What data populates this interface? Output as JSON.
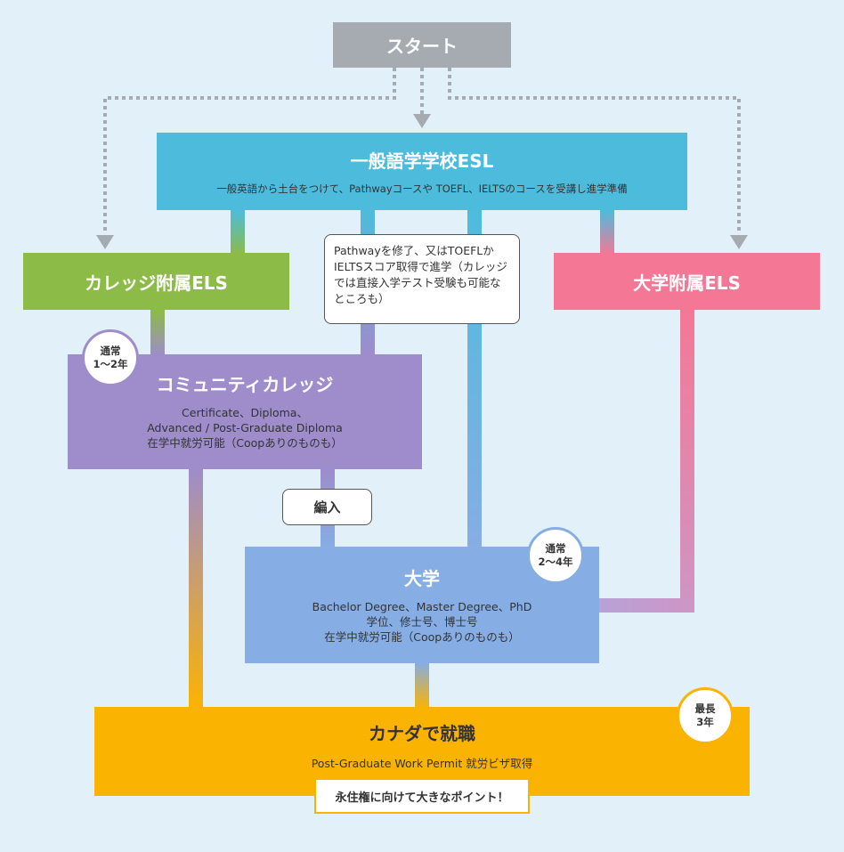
{
  "nodes": {
    "start": {
      "label": "スタート"
    },
    "esl": {
      "title": "一般語学学校ESL",
      "desc": "一般英語から土台をつけて、Pathwayコースや TOEFL、IELTSのコースを受講し進学準備"
    },
    "college_els": {
      "title": "カレッジ附属ELS"
    },
    "university_els": {
      "title": "大学附属ELS"
    },
    "community_college": {
      "title": "コミュニティカレッジ",
      "lines": [
        "Certificate、Diploma、",
        "Advanced / Post-Graduate Diploma",
        "在学中就労可能（Coopありのものも）"
      ],
      "badge": [
        "通常",
        "1〜2年"
      ]
    },
    "university": {
      "title": "大学",
      "lines": [
        "Bachelor Degree、Master Degree、PhD",
        "学位、修士号、博士号",
        "在学中就労可能（Coopありのものも）"
      ],
      "badge": [
        "通常",
        "2〜4年"
      ]
    },
    "career": {
      "title": "カナダで就職",
      "desc": "Post-Graduate Work Permit 就労ビザ取得",
      "badge": [
        "最長",
        "3年"
      ],
      "callout": "永住権に向けて大きなポイント！"
    }
  },
  "notes": {
    "pathway": "Pathwayを修了、又はTOEFLかIELTSスコア取得で進学（カレッジでは直接入学テスト受験も可能なところも）",
    "transfer": "編入"
  },
  "colors": {
    "background": "#e2f1f9",
    "start": "#a5abb1",
    "esl": "#4dbcdc",
    "college_els": "#8cbb47",
    "university_els": "#f47896",
    "community_college": "#9e8ccb",
    "university": "#86ade4",
    "career": "#fbb302",
    "dotted_arrow": "#a5abb1",
    "badge_university": "#86ade4",
    "badge_career": "#fbb302"
  }
}
